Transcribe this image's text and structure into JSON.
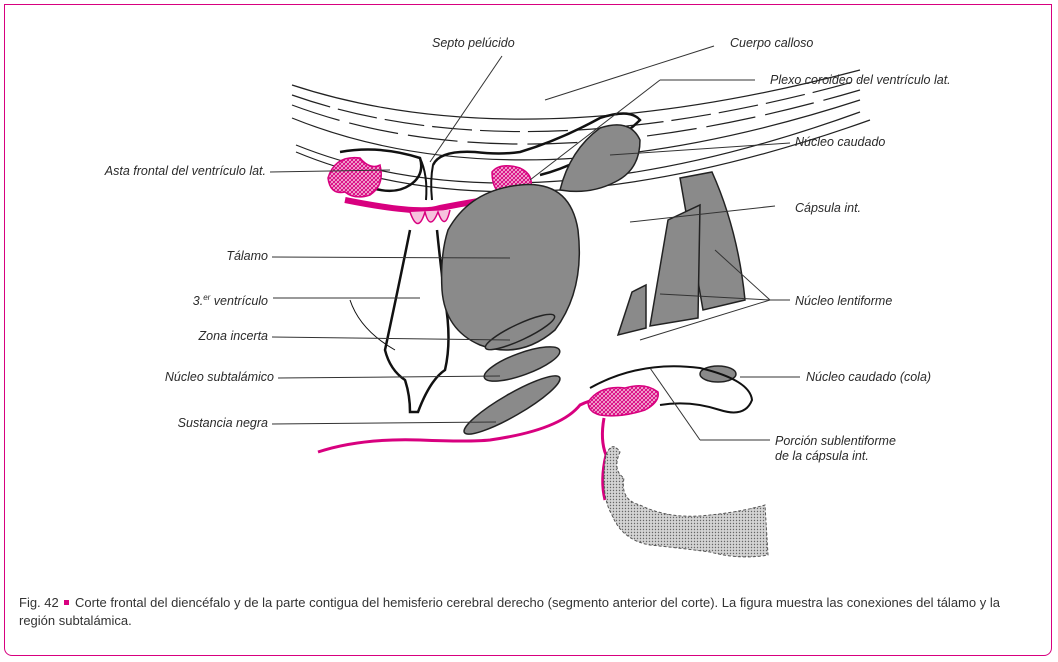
{
  "labels": {
    "septo": "Septo pelúcido",
    "cuerpo_calloso": "Cuerpo calloso",
    "plexo": "Plexo coroideo del ventrículo lat.",
    "asta_frontal": "Asta frontal del ventrículo lat.",
    "nucleo_caudado": "Núcleo caudado",
    "capsula_int": "Cápsula int.",
    "talamo": "Tálamo",
    "tercer_ventriculo_num": "3.",
    "tercer_ventriculo_sup": "er",
    "tercer_ventriculo_text": " ventrículo",
    "nucleo_lentiforme": "Núcleo lentiforme",
    "zona_incerta": "Zona incerta",
    "nucleo_subtalamico": "Núcleo subtalámico",
    "nucleo_caudado_cola": "Núcleo caudado (cola)",
    "sustancia_negra": "Sustancia negra",
    "porcion_line1": "Porción sublentiforme",
    "porcion_line2": "de la cápsula int."
  },
  "caption": {
    "prefix": "Fig. 42",
    "text": "Corte frontal del diencéfalo y de la parte contigua del hemisferio cerebral derecho (segmento anterior del corte). La figura muestra las conexiones del tálamo y la región subtalámica."
  },
  "colors": {
    "accent": "#d8007f",
    "structure_fill": "#8a8a8a",
    "line": "#1a1a1a"
  }
}
